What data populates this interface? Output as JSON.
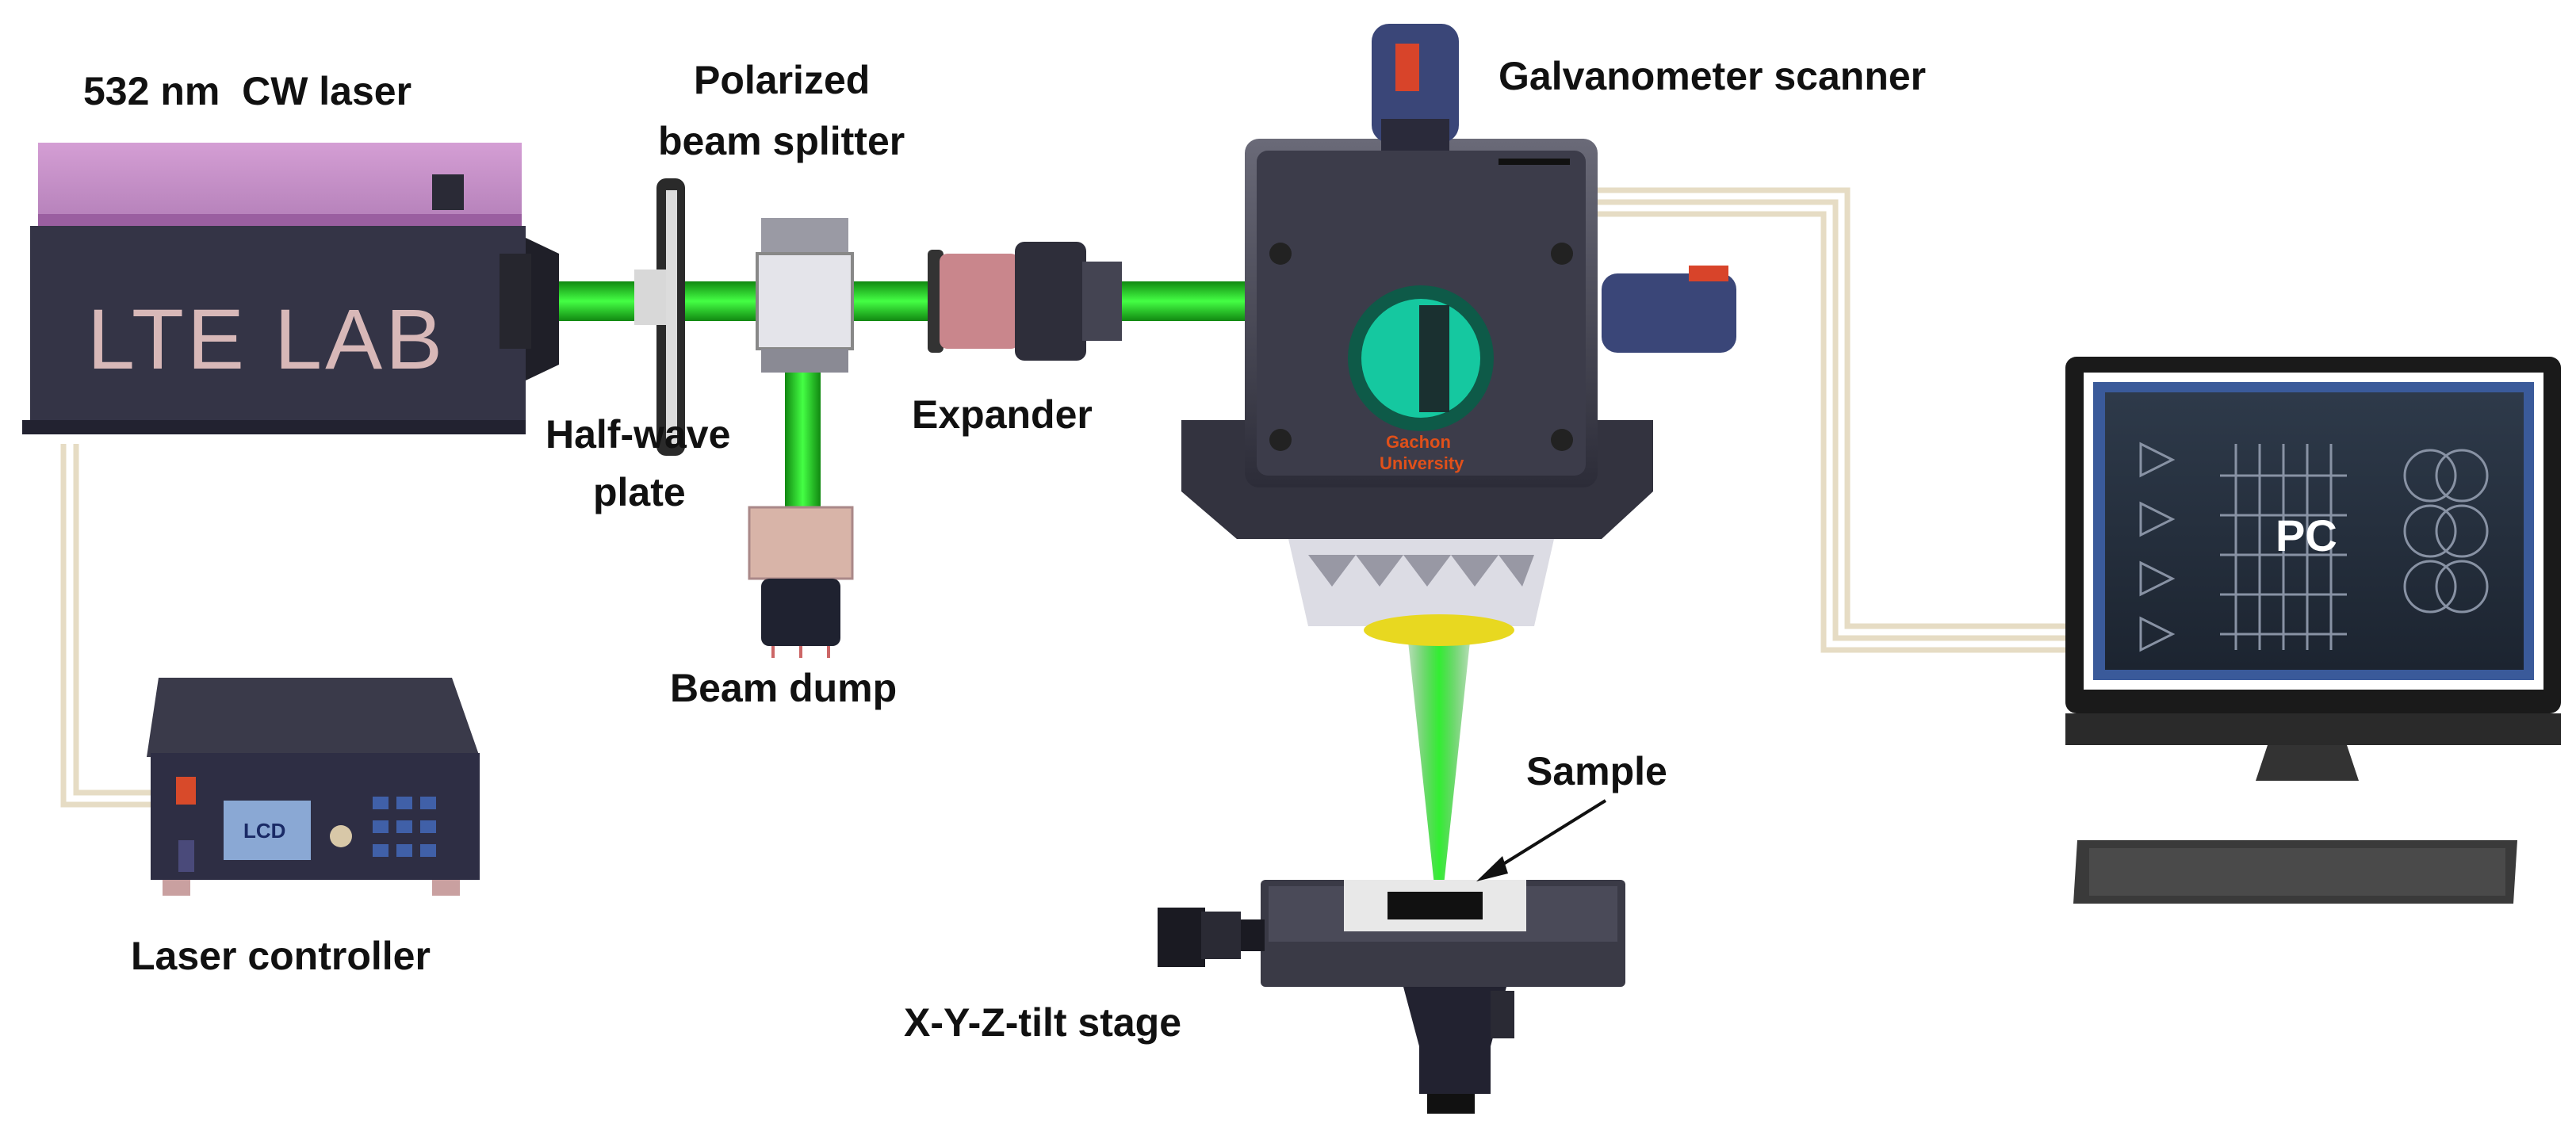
{
  "labels": {
    "laser": "532 nm  CW laser",
    "pbs_line1": "Polarized",
    "pbs_line2": "beam splitter",
    "galvo": "Galvanometer scanner",
    "halfwave_line1": "Half-wave",
    "halfwave_line2": "plate",
    "expander": "Expander",
    "beam_dump": "Beam dump",
    "laser_controller": "Laser controller",
    "sample": "Sample",
    "stage": "X-Y-Z-tilt stage",
    "pc": "PC"
  },
  "device_text": {
    "laser_brand": "LTE LAB",
    "controller_display": "LCD",
    "scanner_logo_line1": "Gachon",
    "scanner_logo_line2": "University"
  },
  "colors": {
    "beam": "#22dd22",
    "laser_top": "#e0b0e0",
    "device_body": "#3a3a4a",
    "cable": "#e6dcc4"
  }
}
